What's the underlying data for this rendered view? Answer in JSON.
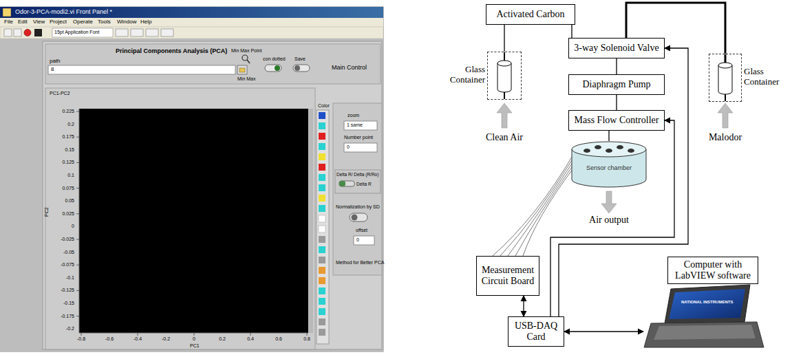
{
  "diagram": {
    "nodes": [
      {
        "text": [
          "Activated Carbon"
        ]
      },
      {
        "text": [
          "Glass Container"
        ]
      },
      {
        "text": [
          "3-way Solenoid Valve"
        ]
      },
      {
        "text": [
          "Glass Container"
        ]
      },
      {
        "text": [
          "Diaphragm Pump"
        ]
      },
      {
        "text": [
          "Mass Flow Controller"
        ]
      },
      {
        "text": [
          "Sensor chamber"
        ]
      },
      {
        "text": [
          "Computer with LabVIEW software"
        ]
      },
      {
        "text": [
          "Measurement Circuit Board"
        ]
      },
      {
        "text": [
          "USB-DAQ Card"
        ]
      }
    ],
    "edges": [
      {
        "from": 1,
        "to": 0,
        "arrow": "none"
      },
      {
        "from": 0,
        "to": 2,
        "arrow": "none"
      },
      {
        "from": 3,
        "to": 2,
        "arrow": "none"
      },
      {
        "from": 2,
        "to": 4,
        "arrow": "none"
      },
      {
        "from": 4,
        "to": 5,
        "arrow": "none"
      },
      {
        "from": 5,
        "to": 6,
        "arrow": "none"
      },
      {
        "from": 6,
        "to": 8,
        "arrow": "none"
      },
      {
        "from": 8,
        "to": 9,
        "arrow": "both"
      },
      {
        "from": 9,
        "to": 5,
        "arrow": "to"
      },
      {
        "from": 9,
        "to": 2,
        "arrow": "to"
      },
      {
        "from": 9,
        "to": 7,
        "arrow": "both"
      }
    ],
    "labels": [
      "Odor-3-PCA-modi2.vi Front Panel *",
      "File",
      "Edit",
      "View",
      "Project",
      "Operate",
      "Tools",
      "Window",
      "Help",
      "15pt Application Font",
      "Principal Components Analysis (PCA)",
      "path",
      "8",
      "Min Max Point",
      "Min Max",
      "con dotted",
      "Save",
      "Main Control",
      "PC1-PC2",
      "0.225",
      "0.2",
      "0.175",
      "0.15",
      "0.125",
      "0.1",
      "0.075",
      "0.05",
      "0.025",
      "0",
      "-0.025",
      "-0.05",
      "-0.075",
      "-0.1",
      "-0.125",
      "-0.15",
      "-0.175",
      "-0.2",
      "-0.8",
      "-0.6",
      "-0.4",
      "-0.2",
      "0",
      "0.2",
      "0.4",
      "0.6",
      "0.8",
      "PC2",
      "PC1",
      "Color",
      "zoom",
      "1 same",
      "Number point",
      "0",
      "Delta R/ Delta (R/Ro)",
      "Delta R",
      "Normalization by SD",
      "offset",
      "0",
      "Method for Better PCA",
      "Clean Air",
      "Malodor",
      "Air output",
      "NATIONAL INSTRUMENTS"
    ]
  }
}
